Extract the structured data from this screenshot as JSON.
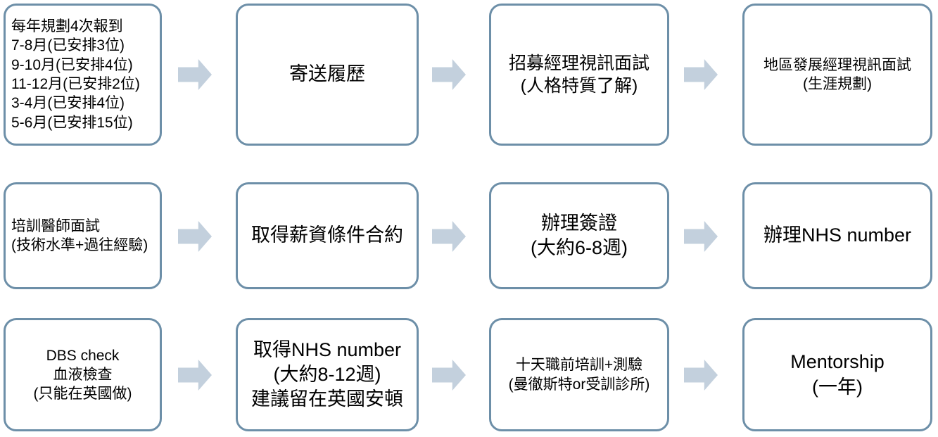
{
  "diagram": {
    "title": "UK doctor recruitment process flowchart",
    "colors": {
      "node_border": "#6d8fa8",
      "node_fill": "#ffffff",
      "arrow_fill": "#c3d0dd",
      "text": "#000000"
    },
    "rows": [
      {
        "row_index": 1,
        "nodes": [
          {
            "id": "r1c1",
            "align": "left",
            "text": "每年規劃4次報到\n7-8月(已安排3位)\n9-10月(已安排4位)\n11-12月(已安排2位)\n3-4月(已安排4位)\n5-6月(已安排15位)"
          },
          {
            "id": "r1c2",
            "align": "center",
            "text": "寄送履歷"
          },
          {
            "id": "r1c3",
            "align": "center",
            "text": "招募經理視訊面試\n(人格特質了解)"
          },
          {
            "id": "r1c4",
            "align": "center",
            "text": "地區發展經理視訊面試\n(生涯規劃)"
          }
        ],
        "arrows": [
          "arrow-right",
          "arrow-right",
          "arrow-right"
        ]
      },
      {
        "row_index": 2,
        "nodes": [
          {
            "id": "r2c1",
            "align": "left",
            "text": "培訓醫師面試\n(技術水準+過往經驗)"
          },
          {
            "id": "r2c2",
            "align": "center",
            "text": "取得薪資條件合約"
          },
          {
            "id": "r2c3",
            "align": "center",
            "text": "辦理簽證\n(大約6-8週)"
          },
          {
            "id": "r2c4",
            "align": "center",
            "text": "辦理NHS number"
          }
        ],
        "arrows": [
          "arrow-right",
          "arrow-right",
          "arrow-right"
        ]
      },
      {
        "row_index": 3,
        "nodes": [
          {
            "id": "r3c1",
            "align": "center",
            "text": "DBS check\n血液檢查\n(只能在英國做)"
          },
          {
            "id": "r3c2",
            "align": "center",
            "text": "取得NHS number\n(大約8-12週)\n建議留在英國安頓"
          },
          {
            "id": "r3c3",
            "align": "center",
            "text": "十天職前培訓+測驗\n(曼徹斯特or受訓診所)"
          },
          {
            "id": "r3c4",
            "align": "center",
            "text": "Mentorship\n(一年)"
          }
        ],
        "arrows": [
          "arrow-right",
          "arrow-right",
          "arrow-right"
        ]
      }
    ]
  }
}
